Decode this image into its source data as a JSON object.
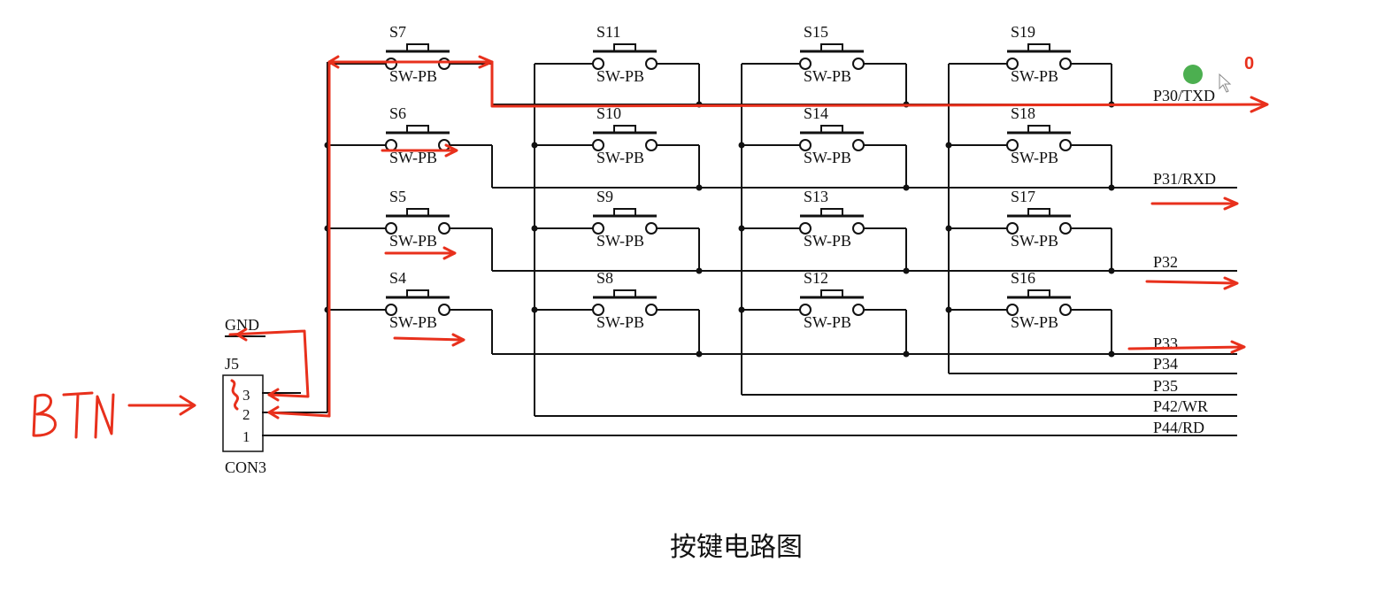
{
  "colors": {
    "line": "#111111",
    "annotation": "#e8301c",
    "cursor_dot": "#4caf50"
  },
  "switches": [
    {
      "ref": "S7",
      "type": "SW-PB"
    },
    {
      "ref": "S11",
      "type": "SW-PB"
    },
    {
      "ref": "S15",
      "type": "SW-PB"
    },
    {
      "ref": "S19",
      "type": "SW-PB"
    },
    {
      "ref": "S6",
      "type": "SW-PB"
    },
    {
      "ref": "S10",
      "type": "SW-PB"
    },
    {
      "ref": "S14",
      "type": "SW-PB"
    },
    {
      "ref": "S18",
      "type": "SW-PB"
    },
    {
      "ref": "S5",
      "type": "SW-PB"
    },
    {
      "ref": "S9",
      "type": "SW-PB"
    },
    {
      "ref": "S13",
      "type": "SW-PB"
    },
    {
      "ref": "S17",
      "type": "SW-PB"
    },
    {
      "ref": "S4",
      "type": "SW-PB"
    },
    {
      "ref": "S8",
      "type": "SW-PB"
    },
    {
      "ref": "S12",
      "type": "SW-PB"
    },
    {
      "ref": "S16",
      "type": "SW-PB"
    }
  ],
  "rows": [
    "P30/TXD",
    "P31/RXD",
    "P32",
    "P33"
  ],
  "columns": [
    "P34",
    "P35",
    "P42/WR",
    "P44/RD"
  ],
  "connector": {
    "ref": "J5",
    "part": "CON3",
    "pins": [
      "3",
      "2",
      "1"
    ],
    "gnd": "GND"
  },
  "annotations": {
    "handwritten": "BTN",
    "value_label": "0",
    "arrow_hint": "→"
  },
  "caption": "按键电路图"
}
